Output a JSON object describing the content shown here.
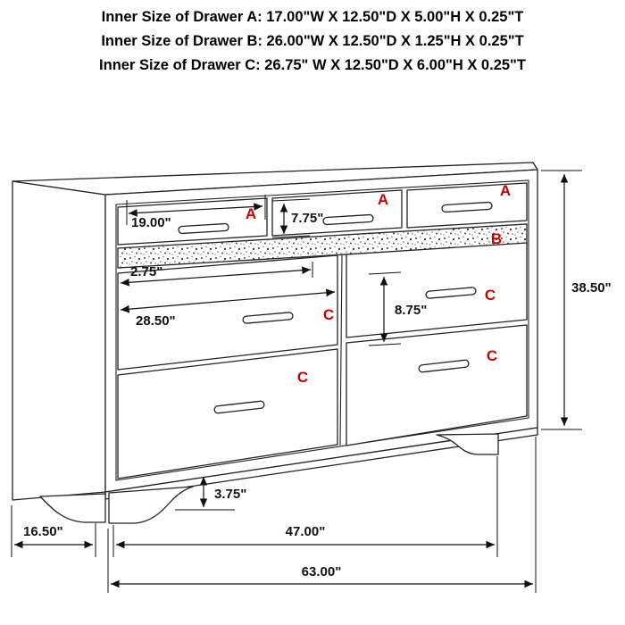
{
  "header": {
    "lines": [
      "Inner Size of Drawer A: 17.00\"W X 12.50\"D X 5.00\"H X 0.25\"T",
      "Inner Size of Drawer B: 26.00\"W X 12.50\"D X 1.25\"H X 0.25\"T",
      "Inner Size of Drawer C: 26.75\" W X 12.50\"D X 6.00\"H X 0.25\"T"
    ]
  },
  "drawer_labels": {
    "a": "A",
    "b": "B",
    "c": "C"
  },
  "dimensions": {
    "a_width": "19.00\"",
    "a_height": "7.75\"",
    "b_height": "2.75\"",
    "c_width": "28.50\"",
    "c_height": "8.75\"",
    "overall_height": "38.50\"",
    "foot_height": "3.75\"",
    "depth": "16.50\"",
    "feet_span": "47.00\"",
    "overall_width": "63.00\""
  },
  "colors": {
    "label_red": "#cc0000",
    "line": "#222222",
    "text": "#111111"
  }
}
